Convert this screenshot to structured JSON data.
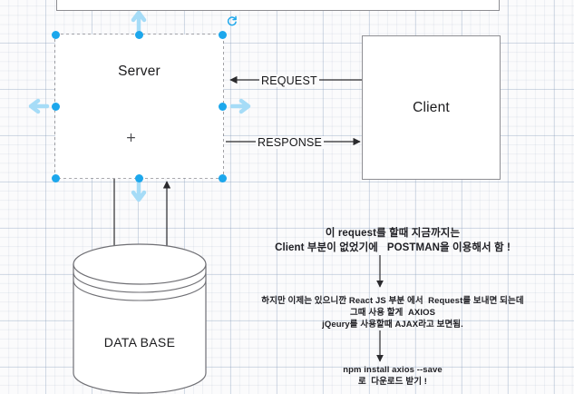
{
  "app": {
    "kind": "diagram-canvas",
    "background": "#fbfbfc",
    "grid_minor_color": "#8ca0b9",
    "grid_major_color": "#7891b4",
    "selection_color": "#1ca7ec",
    "stroke_color": "#8e8e93",
    "text_color": "#1b1b1d"
  },
  "nodes": {
    "top_partial": {
      "label": ""
    },
    "server": {
      "label": "Server",
      "selected": true,
      "cursor_glyph": "+"
    },
    "client": {
      "label": "Client"
    },
    "database": {
      "label": "DATA BASE"
    }
  },
  "edges": {
    "request": {
      "label": "REQUEST",
      "from": "client",
      "to": "server"
    },
    "response": {
      "label": "RESPONSE",
      "from": "server",
      "to": "client"
    },
    "server_to_db": {
      "label": ""
    },
    "db_to_server": {
      "label": ""
    }
  },
  "selection": {
    "rotate_icon": "rotate-icon",
    "handles": 8,
    "direction_arrows": [
      "up",
      "down",
      "left",
      "right"
    ]
  },
  "annotations": {
    "note1": {
      "lines": [
        "이 request를 할때 지금까지는",
        "Client 부분이 없었기에   POSTMAN을 이용해서 함 !"
      ]
    },
    "note2": {
      "lines": [
        "하지만 이제는 있으니깐 React JS 부분 에서  Request를 보내면 되는데",
        "그때 사용 할게  AXIOS",
        "jQeury를 사용할때 AJAX라고 보면됨."
      ]
    },
    "note3": {
      "lines": [
        "npm install axios --save",
        "로  다운로드 받기 !"
      ]
    }
  }
}
